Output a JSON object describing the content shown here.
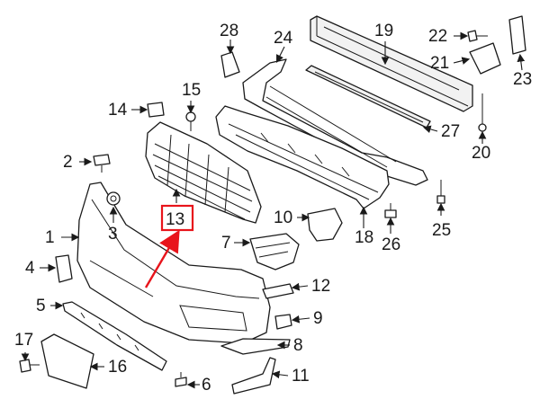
{
  "callouts": {
    "c1": "1",
    "c2": "2",
    "c3": "3",
    "c4": "4",
    "c5": "5",
    "c6": "6",
    "c7": "7",
    "c8": "8",
    "c9": "9",
    "c10": "10",
    "c11": "11",
    "c12": "12",
    "c13": "13",
    "c14": "14",
    "c15": "15",
    "c16": "16",
    "c17": "17",
    "c18": "18",
    "c19": "19",
    "c20": "20",
    "c21": "21",
    "c22": "22",
    "c23": "23",
    "c24": "24",
    "c25": "25",
    "c26": "26",
    "c27": "27",
    "c28": "28"
  },
  "highlight": {
    "color": "#e8141b",
    "target": "13"
  }
}
